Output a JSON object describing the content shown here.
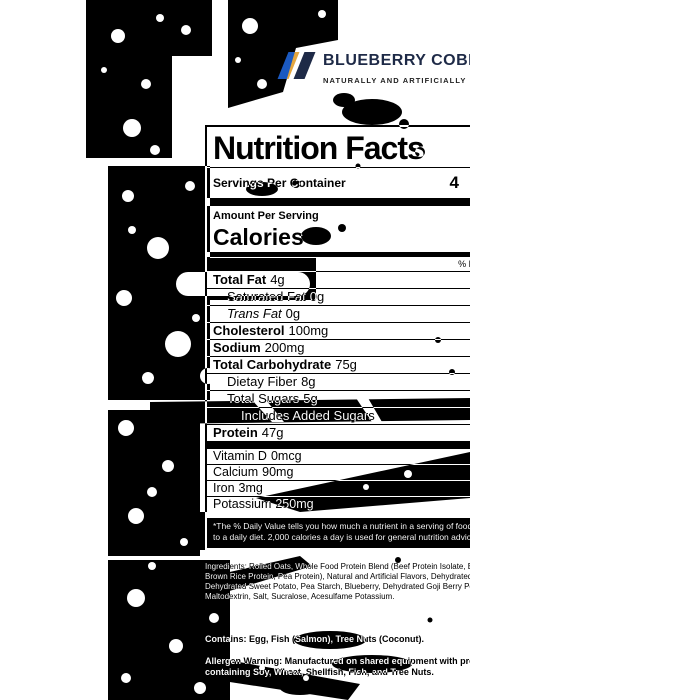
{
  "brand": {
    "name": "BLUEBERRY COBBLER",
    "tagline": "NATURALLY AND ARTIFICIALLY FLAVORED",
    "chevron_icon": "double-slash-chevron",
    "colors": {
      "chevron_orange": "#E4A63F",
      "chevron_navy": "#1E2A47",
      "ink": "#000000",
      "paper": "#FFFFFF"
    }
  },
  "nutrition": {
    "title": "Nutrition Facts",
    "servings_label": "Servings Per Container",
    "servings_value": "4",
    "amount_per_serving": "Amount Per Serving",
    "calories_label": "Calories",
    "daily_value_header": "% Daily Value*",
    "rows": [
      {
        "name": "Total Fat",
        "amount": "4g"
      },
      {
        "name": "Saturated Fat",
        "amount": "0g"
      },
      {
        "name": "Trans Fat",
        "amount": "0g"
      },
      {
        "name": "Cholesterol",
        "amount": "100mg"
      },
      {
        "name": "Sodium",
        "amount": "200mg"
      },
      {
        "name": "Total Carbohydrate",
        "amount": "75g"
      },
      {
        "name": "Dietay Fiber",
        "amount": "8g"
      },
      {
        "name": "Total Sugars",
        "amount": "5g"
      },
      {
        "name": "Includes Added Sugars",
        "amount": ""
      },
      {
        "name": "Protein",
        "amount": "47g"
      }
    ],
    "minerals": [
      {
        "name": "Vitamin D",
        "amount": "0mcg"
      },
      {
        "name": "Calcium",
        "amount": "90mg"
      },
      {
        "name": "Iron",
        "amount": "3mg"
      },
      {
        "name": "Potassium",
        "amount": "250mg"
      }
    ],
    "footnote": "*The % Daily Value tells you how much a nutrient in a serving of food contributes to a daily diet. 2,000 calories a day is used for general nutrition advice."
  },
  "ingredients_text": "Ingredients: Rolled Oats, Whole Food Protein Blend (Beef Protein Isolate, Egg Albumin, Brown Rice Protein, Pea Protein), Natural and Artificial Flavors, Dehydrated Yam, Dehydrated Sweet Potato, Pea Starch, Blueberry, Dehydrated Goji Berry Powder, Maltodextrin, Salt, Sucralose, Acesulfame Potassium.",
  "contains_text": "Contains: Egg, Fish (Salmon), Tree Nuts (Coconut).",
  "allergen_text": "Allergen Warning: Manufactured on shared equipment with products containing Soy, Wheat, Shellfish, Fish, and Tree Nuts."
}
